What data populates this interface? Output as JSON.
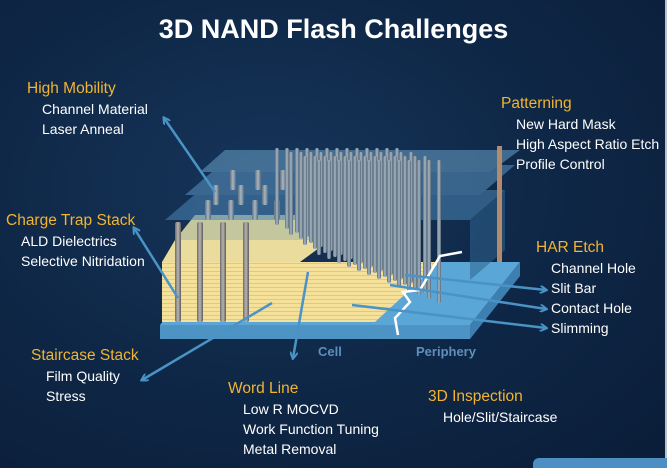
{
  "title": "3D NAND Flash Challenges",
  "groups": {
    "high_mobility": {
      "heading": "High Mobility",
      "items": [
        "Channel Material",
        "Laser Anneal"
      ]
    },
    "patterning": {
      "heading": "Patterning",
      "items": [
        "New Hard Mask",
        "High Aspect Ratio Etch",
        "Profile Control"
      ]
    },
    "charge_trap": {
      "heading": "Charge Trap Stack",
      "items": [
        "ALD Dielectrics",
        "Selective Nitridation"
      ]
    },
    "har_etch": {
      "heading": "HAR Etch",
      "items": [
        "Channel Hole",
        "Slit Bar",
        "Contact Hole",
        "Slimming"
      ]
    },
    "staircase": {
      "heading": "Staircase Stack",
      "items": [
        "Film Quality",
        "Stress"
      ]
    },
    "word_line": {
      "heading": "Word Line",
      "items": [
        "Low R MOCVD",
        "Work Function Tuning",
        "Metal Removal"
      ]
    },
    "inspection": {
      "heading": "3D Inspection",
      "items": [
        "Hole/Slit/Staircase"
      ]
    }
  },
  "diagram_labels": {
    "cell": "Cell",
    "periphery": "Periphery"
  },
  "colors": {
    "heading": "#f2b431",
    "arrow": "#4a93c6",
    "background": "#0e2645"
  }
}
